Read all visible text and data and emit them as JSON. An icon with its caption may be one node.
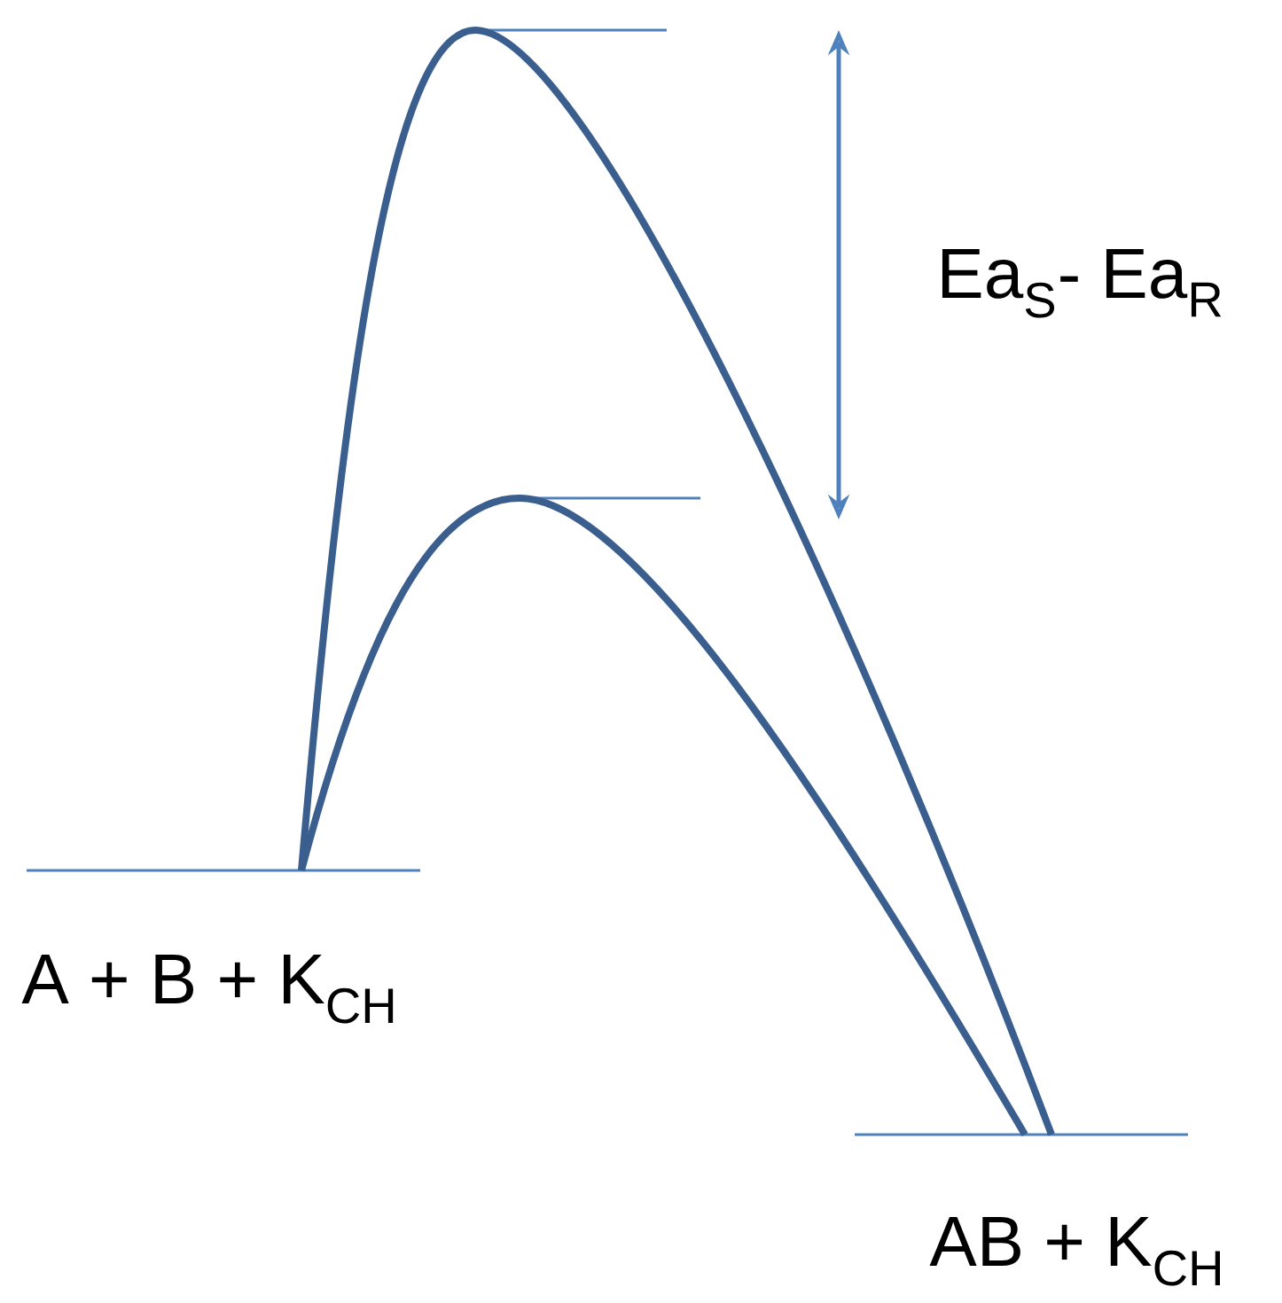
{
  "diagram": {
    "labels": [
      "Ea$_{S}$- Ea$_{R}$",
      "A + B + K$_{CH}$",
      "AB + K$_{CH}$"
    ]
  }
}
